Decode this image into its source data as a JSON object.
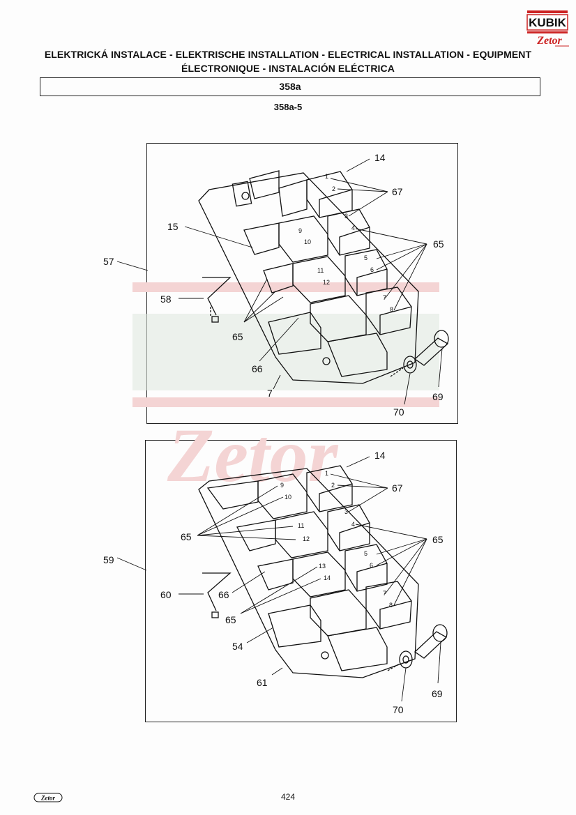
{
  "header": {
    "logo_text": "KUBIK",
    "logo_subtext": "Zetor",
    "title_line1": "ELEKTRICKÁ INSTALACE - ELEKTRISCHE INSTALLATION - ELECTRICAL INSTALLATION - EQUIPMENT",
    "title_line2": "ÉLECTRONIQUE - INSTALACIÓN ELÉCTRICA",
    "section_code": "358a",
    "figure_code": "358a-5"
  },
  "figure1": {
    "callouts": [
      "14",
      "67",
      "65",
      "15",
      "57",
      "58",
      "65",
      "66",
      "7",
      "70",
      "69"
    ],
    "pin_numbers": [
      "1",
      "2",
      "3",
      "4",
      "5",
      "6",
      "7",
      "8",
      "9",
      "10",
      "11",
      "12"
    ]
  },
  "figure2": {
    "callouts": [
      "14",
      "67",
      "65",
      "65",
      "59",
      "60",
      "66",
      "65",
      "54",
      "61",
      "70",
      "69"
    ],
    "pin_numbers": [
      "1",
      "2",
      "3",
      "4",
      "5",
      "6",
      "7",
      "8",
      "9",
      "10",
      "11",
      "12",
      "13",
      "14"
    ]
  },
  "footer": {
    "logo_text": "Zetor",
    "page_number": "424"
  },
  "colors": {
    "ink": "#111111",
    "watermark_red": "#f4d4d4",
    "watermark_green": "#dfe8df",
    "logo_red": "#cc2222"
  }
}
